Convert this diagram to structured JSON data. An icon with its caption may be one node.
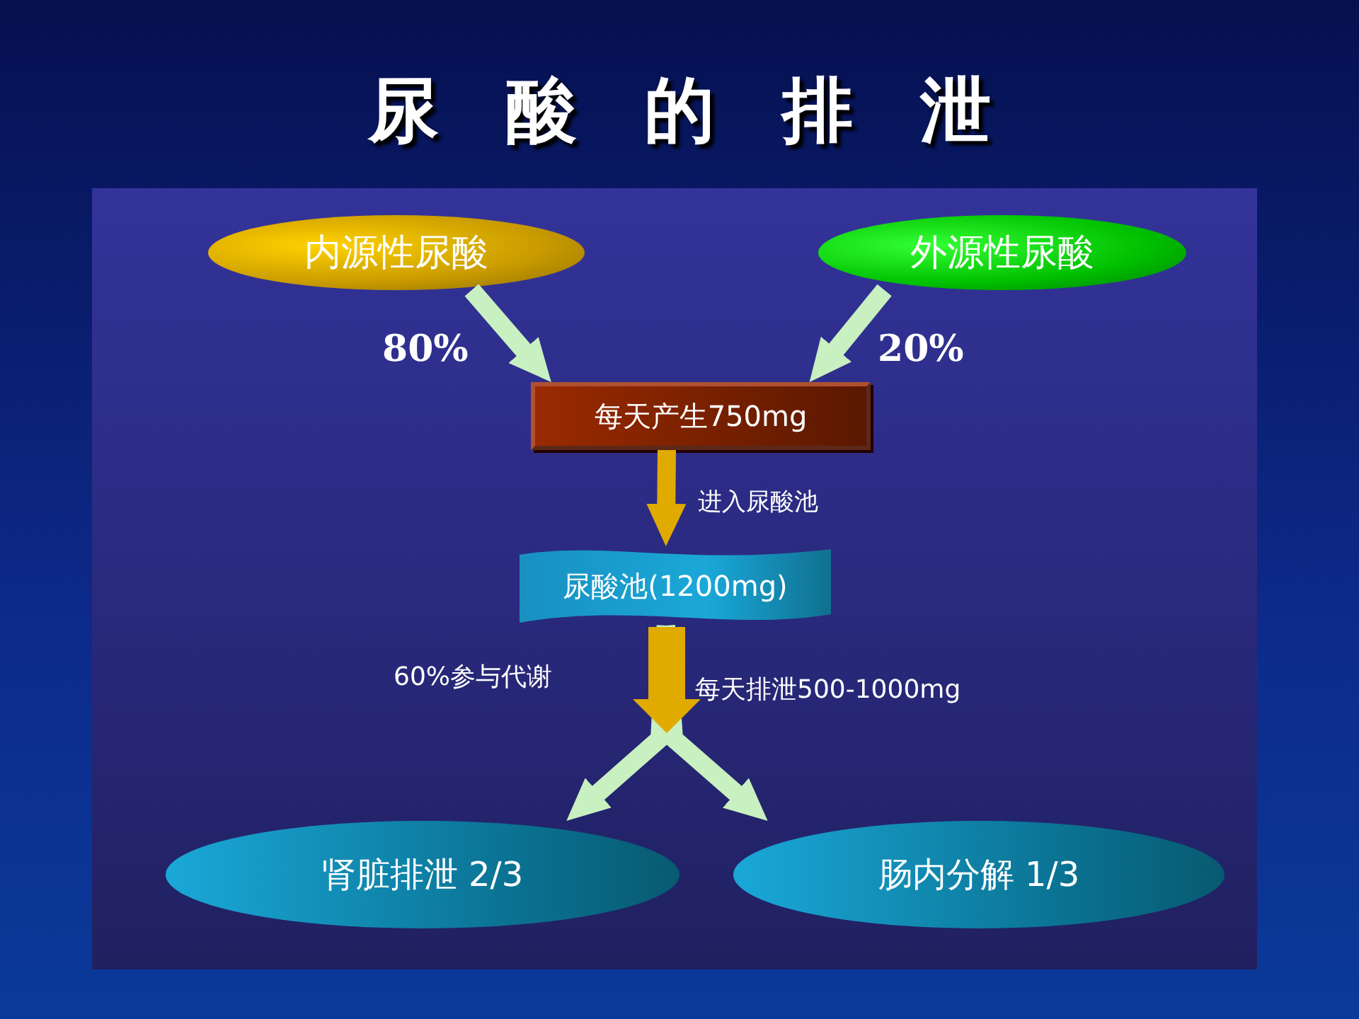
{
  "diagram": {
    "title": "尿酸的排泄",
    "nodes": [
      {
        "text": [
          "内源性尿酸"
        ]
      },
      {
        "text": [
          "外源性尿酸"
        ]
      },
      {
        "text": [
          "每天产生750mg"
        ]
      },
      {
        "text": [
          "尿酸池(1200mg)"
        ]
      },
      {
        "text": [
          "肾脏排泄 2/3"
        ]
      },
      {
        "text": [
          "肠内分解 1/3"
        ]
      }
    ],
    "edges": [
      {
        "from": 0,
        "to": 2,
        "arrow": "to",
        "label": "80%"
      },
      {
        "from": 1,
        "to": 2,
        "arrow": "to",
        "label": "20%"
      },
      {
        "from": 2,
        "to": 3,
        "arrow": "to",
        "color": "#e0aa00",
        "label": "进入尿酸池"
      },
      {
        "from": 3,
        "to": 4,
        "arrow": "to"
      },
      {
        "from": 3,
        "to": 5,
        "arrow": "to"
      }
    ],
    "labels": [
      "60%参与代谢",
      "每天排泄500-1000mg"
    ]
  }
}
